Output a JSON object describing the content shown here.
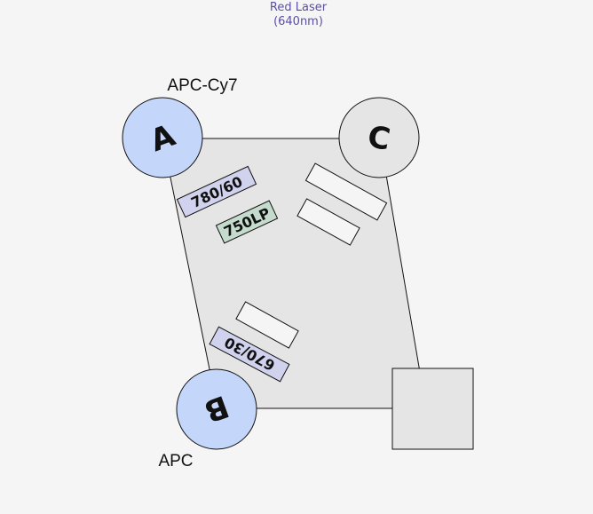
{
  "laser": {
    "line1": "Red Laser",
    "line2": "(640nm)",
    "color": "#5a4fa8"
  },
  "detectors": {
    "a": {
      "letter": "A",
      "label": "APC-Cy7",
      "color": "#c5d6fb"
    },
    "b": {
      "letter": "B",
      "label": "APC",
      "color": "#c5d6fb"
    },
    "c": {
      "letter": "C",
      "label": "",
      "color": "#e5e5e5"
    }
  },
  "filters": {
    "f780": {
      "label": "780/60",
      "color": "#d0d2ee"
    },
    "f750": {
      "label": "750LP",
      "color": "#c4dbcd"
    },
    "f670": {
      "label": "670/30",
      "color": "#d0d2ee"
    }
  },
  "colors": {
    "octagon": "#e5e5e5",
    "stroke": "#111111",
    "background": "#f5f5f5"
  }
}
